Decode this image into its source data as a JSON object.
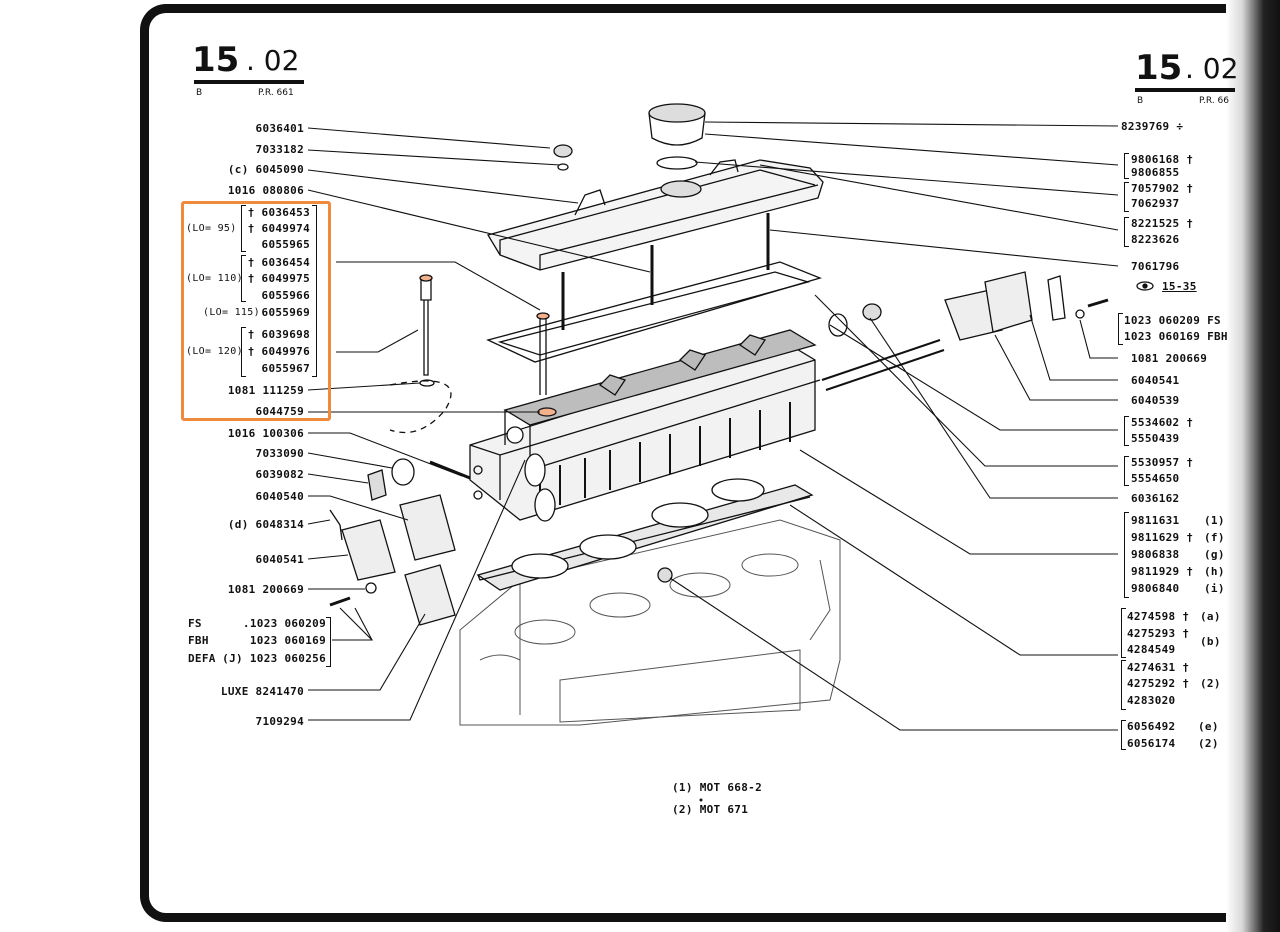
{
  "header_left": {
    "main": "15",
    "sub": ". 02",
    "edition": "B",
    "ref": "P.R. 661"
  },
  "header_right": {
    "main": "15",
    "sub": ". 02",
    "edition": "B",
    "ref": "P.R. 66"
  },
  "left_labels": {
    "l01": "6036401",
    "l02": "7033182",
    "l03": "(c) 6045090",
    "l04": "1016 080806",
    "g1_len": "(LO= 95)",
    "g1_a": "† 6036453",
    "g1_b": "† 6049974",
    "g1_c": "6055965",
    "g2_len": "(LO= 110)",
    "g2_a": "† 6036454",
    "g2_b": "† 6049975",
    "g2_c": "6055966",
    "g3_len": "(LO= 115)",
    "g3_a": "6055969",
    "g4_len": "(LO= 120)",
    "g4_a": "† 6039698",
    "g4_b": "† 6049976",
    "g4_c": "6055967",
    "l05": "1081 111259",
    "l06": "6044759",
    "l07": "1016 100306",
    "l08": "7033090",
    "l09": "6039082",
    "l10": "6040540",
    "l11": "(d) 6048314",
    "l12": "6040541",
    "l13": "1081 200669",
    "fs_k": "FS",
    "fs_v": ".1023 060209",
    "fbh_k": "FBH",
    "fbh_v": "1023 060169",
    "defa_k": "DEFA",
    "defa_v": "(J) 1023 060256",
    "l14": "LUXE  8241470",
    "l15": "7109294"
  },
  "right_labels": {
    "r01": "8239769 ÷",
    "r02a": "9806168 †",
    "r02b": "9806855",
    "r03a": "7057902 †",
    "r03b": "7062937",
    "r04a": "8221525 †",
    "r04b": "8223626",
    "r05": "7061796",
    "r06": "15-35",
    "r07a": "1023 060209 FS",
    "r07b": "1023 060169 FBH",
    "r08": "1081 200669",
    "r09": "6040541",
    "r10": "6040539",
    "r11a": "5534602 †",
    "r11b": "5550439",
    "r12a": "5530957 †",
    "r12b": "5554650",
    "r13": "6036162",
    "g5_a": "9811631",
    "g5_an": "(1)",
    "g5_b": "9811629 †",
    "g5_bn": "(f)",
    "g5_c": "9806838",
    "g5_cn": "(g)",
    "g5_d": "9811929 †",
    "g5_dn": "(h)",
    "g5_e": "9806840",
    "g5_en": "(i)",
    "g6_a": "4274598 †",
    "g6_an": "(a)",
    "g6_b": "4275293 †",
    "g6_c": "4284549",
    "g6_bn": "(b)",
    "g7_a": "4274631 †",
    "g7_b": "4275292 †",
    "g7_c": "4283020",
    "g7_n": "(2)",
    "g8_a": "6056492",
    "g8_an": "(e)",
    "g8_b": "6056174",
    "g8_bn": "(2)"
  },
  "footnotes": {
    "f1": "(1)  MOT 668-2",
    "f2": "(2)  MOT 671"
  },
  "colors": {
    "highlight": "#f08a3c",
    "ink": "#111111"
  }
}
